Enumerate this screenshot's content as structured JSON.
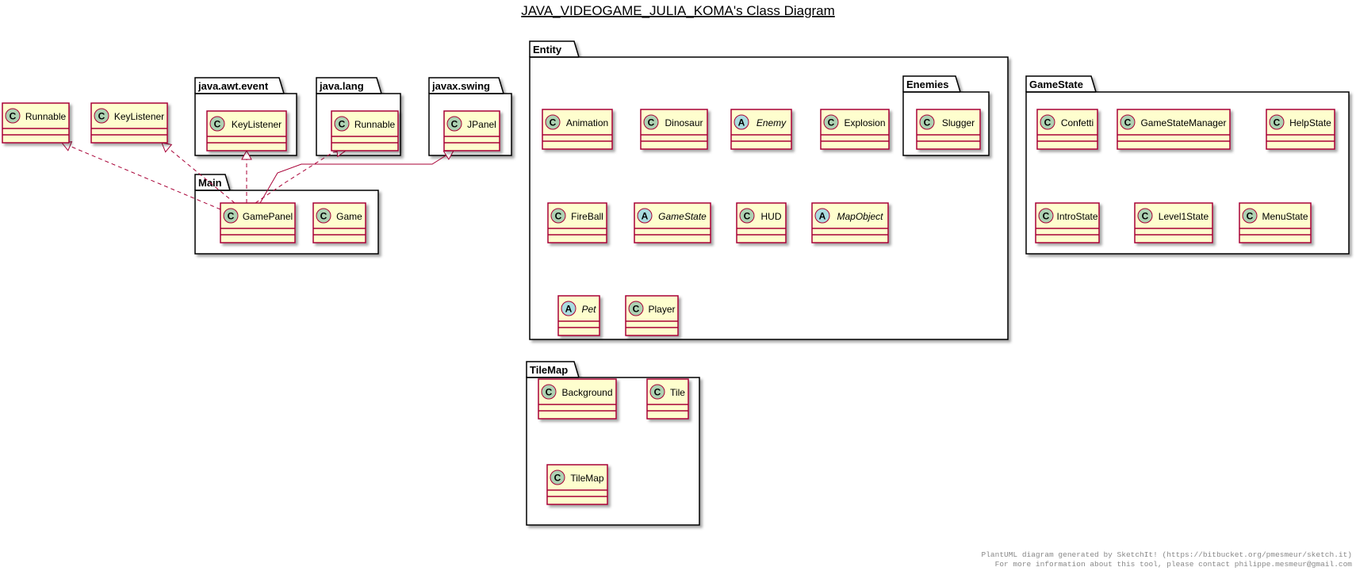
{
  "title": "JAVA_VIDEOGAME_JULIA_KOMA's Class Diagram",
  "colors": {
    "class_fill": "#FEFECE",
    "class_border": "#A80036",
    "class_glyph_fill": "#ADD1B2",
    "abstract_glyph_fill": "#A9DCDF",
    "package_fill": "#FFFFFF",
    "package_border": "#000000",
    "relation_line": "#A80036"
  },
  "loose_classes": [
    {
      "name": "Runnable",
      "kind": "class"
    },
    {
      "name": "KeyListener",
      "kind": "class"
    }
  ],
  "packages": [
    {
      "name": "java.awt.event",
      "classes": [
        {
          "name": "KeyListener",
          "kind": "class"
        }
      ]
    },
    {
      "name": "java.lang",
      "classes": [
        {
          "name": "Runnable",
          "kind": "class"
        }
      ]
    },
    {
      "name": "javax.swing",
      "classes": [
        {
          "name": "JPanel",
          "kind": "class"
        }
      ]
    },
    {
      "name": "Main",
      "classes": [
        {
          "name": "GamePanel",
          "kind": "class"
        },
        {
          "name": "Game",
          "kind": "class"
        }
      ]
    },
    {
      "name": "Entity",
      "classes": [
        {
          "name": "Animation",
          "kind": "class"
        },
        {
          "name": "Dinosaur",
          "kind": "class"
        },
        {
          "name": "Enemy",
          "kind": "abstract"
        },
        {
          "name": "Explosion",
          "kind": "class"
        },
        {
          "name": "FireBall",
          "kind": "class"
        },
        {
          "name": "GameState",
          "kind": "abstract"
        },
        {
          "name": "HUD",
          "kind": "class"
        },
        {
          "name": "MapObject",
          "kind": "abstract"
        },
        {
          "name": "Pet",
          "kind": "abstract"
        },
        {
          "name": "Player",
          "kind": "class"
        }
      ]
    },
    {
      "name": "Enemies",
      "classes": [
        {
          "name": "Slugger",
          "kind": "class"
        }
      ]
    },
    {
      "name": "GameState",
      "classes": [
        {
          "name": "Confetti",
          "kind": "class"
        },
        {
          "name": "GameStateManager",
          "kind": "class"
        },
        {
          "name": "HelpState",
          "kind": "class"
        },
        {
          "name": "IntroState",
          "kind": "class"
        },
        {
          "name": "Level1State",
          "kind": "class"
        },
        {
          "name": "MenuState",
          "kind": "class"
        }
      ]
    },
    {
      "name": "TileMap",
      "classes": [
        {
          "name": "Background",
          "kind": "class"
        },
        {
          "name": "Tile",
          "kind": "class"
        },
        {
          "name": "TileMap",
          "kind": "class"
        }
      ]
    }
  ],
  "relations": [
    {
      "from": "Main.GamePanel",
      "to": "Runnable",
      "type": "realization"
    },
    {
      "from": "Main.GamePanel",
      "to": "KeyListener",
      "type": "realization"
    },
    {
      "from": "Main.GamePanel",
      "to": "java.awt.event.KeyListener",
      "type": "realization"
    },
    {
      "from": "Main.GamePanel",
      "to": "java.lang.Runnable",
      "type": "realization"
    },
    {
      "from": "Main.GamePanel",
      "to": "javax.swing.JPanel",
      "type": "generalization"
    }
  ],
  "footer": {
    "line1": "PlantUML diagram generated by SketchIt! (https://bitbucket.org/pmesmeur/sketch.it)",
    "line2": "For more information about this tool, please contact philippe.mesmeur@gmail.com"
  }
}
